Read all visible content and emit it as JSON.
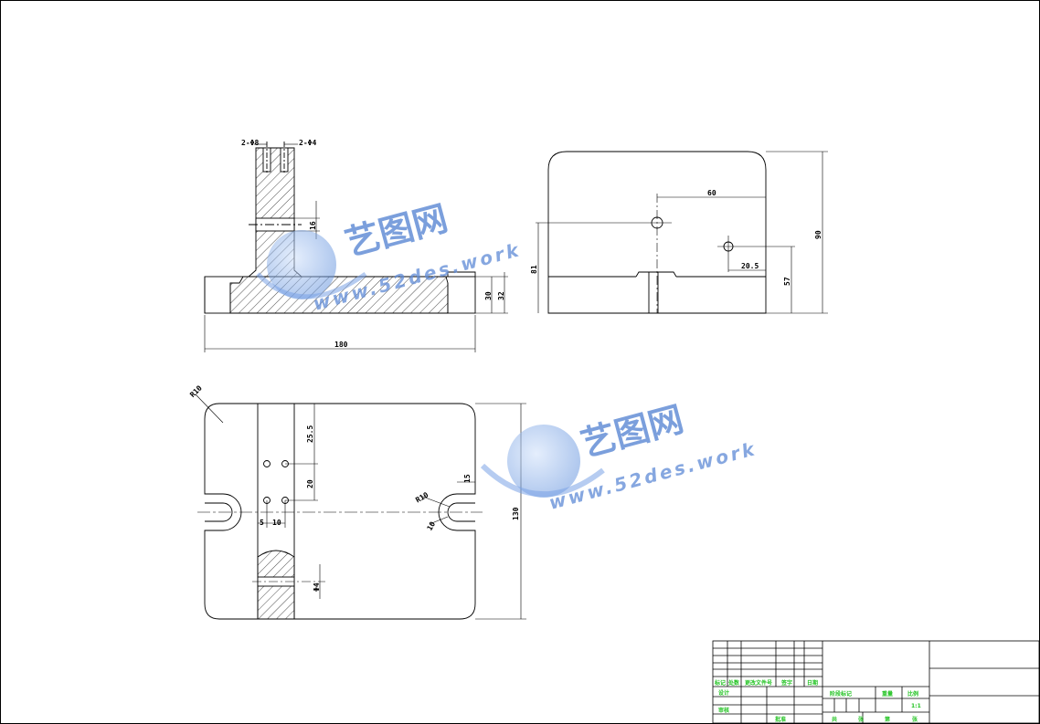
{
  "drawing": {
    "front_view": {
      "callouts": [
        "2-Φ8",
        "2-Φ4"
      ],
      "dimensions": {
        "overall_width": "180",
        "base_height_inner": "30",
        "base_height_outer": "32",
        "slot_height": "16"
      }
    },
    "side_view": {
      "dimensions": {
        "hole_x": "60",
        "hole_offset": "20.5",
        "height_left": "81",
        "height_hole": "57",
        "overall_height": "90"
      }
    },
    "top_view": {
      "dimensions": {
        "corner_radius": "R10",
        "hole_spacing_v1": "25.5",
        "hole_spacing_v2": "20",
        "hole_x1": "5",
        "hole_x2": "10",
        "slot_radius": "R10",
        "slot_right_dim": "15",
        "slot_width": "10",
        "overall_height": "130",
        "section_dim": "Φ4"
      }
    }
  },
  "title_block": {
    "row_labels": [
      "标记",
      "处数",
      "更改文件号",
      "签字",
      "日期"
    ],
    "role_labels": [
      "设计",
      "审核",
      "批准"
    ],
    "stage_labels": [
      "阶段标记",
      "重量",
      "比例"
    ],
    "scale": "1:1",
    "sheet_labels": [
      "共",
      "张",
      "第",
      "张"
    ]
  },
  "watermark": {
    "brand_text": "艺图网",
    "url_text": "www.52des.work",
    "accent": "#4f7fd0"
  }
}
